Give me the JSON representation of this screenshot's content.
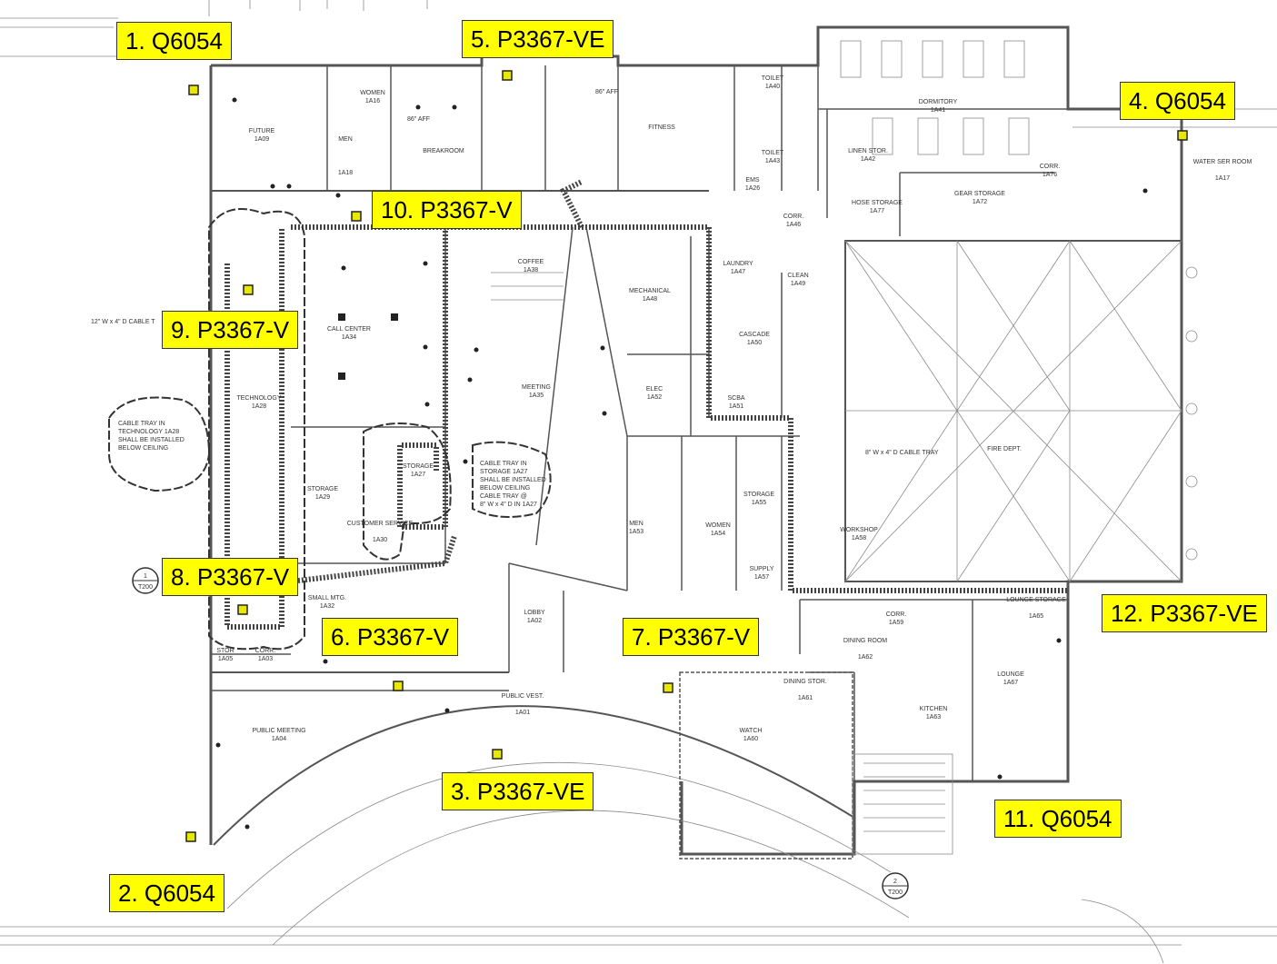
{
  "device_labels": [
    "1. Q6054",
    "2. Q6054",
    "3. P3367-VE",
    "4. Q6054",
    "5. P3367-VE",
    "6. P3367-V",
    "7. P3367-V",
    "8. P3367-V",
    "9. P3367-V",
    "10. P3367-V",
    "11. Q6054",
    "12. P3367-VE"
  ],
  "rooms": {
    "future": "FUTURE",
    "future_no": "1A09",
    "women": "WOMEN",
    "women_no": "1A16",
    "men": "MEN",
    "men_no": "1A18",
    "breakroom": "BREAKROOM",
    "fitness": "FITNESS",
    "toilet_1": "TOILET",
    "toilet_1_no": "1A40",
    "toilet_2": "TOILET",
    "toilet_2_no": "1A43",
    "dormitory": "DORMITORY",
    "dormitory_no": "1A41",
    "linen": "LINEN STOR.",
    "linen_no": "1A42",
    "ems": "EMS",
    "ems_no": "1A26",
    "hose": "HOSE STORAGE",
    "hose_no": "1A77",
    "gear": "GEAR STORAGE",
    "gear_no": "1A72",
    "corr_1": "CORR.",
    "corr_1_no": "1A46",
    "corr_2": "CORR.",
    "corr_2_no": "1A76",
    "water": "WATER SER ROOM",
    "water_no": "1A17",
    "coffee": "COFFEE",
    "coffee_no": "1A38",
    "mechanical": "MECHANICAL",
    "mechanical_no": "1A48",
    "laundry": "LAUNDRY",
    "laundry_no": "1A47",
    "clean": "CLEAN",
    "clean_no": "1A49",
    "cascade": "CASCADE",
    "cascade_no": "1A50",
    "scba": "SCBA",
    "scba_no": "1A51",
    "call_center": "CALL CENTER",
    "call_center_no": "1A34",
    "technology": "TECHNOLOGY",
    "technology_no": "1A28",
    "storage_1": "STORAGE",
    "storage_1_no": "1A29",
    "storage_2": "STORAGE",
    "storage_2_no": "1A27",
    "customer": "CUSTOMER SERVICE",
    "customer_no": "1A30",
    "meeting": "MEETING",
    "meeting_no": "1A35",
    "elec": "ELEC",
    "elec_no": "1A52",
    "men_2": "MEN",
    "men_2_no": "1A53",
    "women_2": "WOMEN",
    "women_2_no": "1A54",
    "storage_3": "STORAGE",
    "storage_3_no": "1A55",
    "supply": "SUPPLY",
    "supply_no": "1A57",
    "workshop": "WORKSHOP",
    "workshop_no": "1A58",
    "fire_dept": "FIRE DEPT.",
    "small_mtg": "SMALL MTG.",
    "small_mtg_no": "1A32",
    "corr_3": "CORR.",
    "corr_3_no": "1A03",
    "lobby": "LOBBY",
    "lobby_no": "1A02",
    "public_vest": "PUBLIC VEST.",
    "public_vest_no": "1A01",
    "public_meeting": "PUBLIC MEETING",
    "public_meeting_no": "1A04",
    "corr_4": "CORR.",
    "corr_4_no": "1A59",
    "dining": "DINING ROOM",
    "dining_no": "1A62",
    "dining_stor": "DINING STOR.",
    "dining_stor_no": "1A61",
    "lounge_storage": "LOUNGE STORAGE",
    "lounge_storage_no": "1A65",
    "lounge": "LOUNGE",
    "lounge_no": "1A67",
    "kitchen": "KITCHEN",
    "kitchen_no": "1A63",
    "watch": "WATCH",
    "watch_no": "1A60",
    "stor": "STOR",
    "stor_no": "1A05"
  },
  "notes": {
    "tray_technology": [
      "CABLE TRAY IN",
      "TECHNOLOGY 1A28",
      "SHALL BE INSTALLED",
      "BELOW CEILING"
    ],
    "tray_storage": [
      "CABLE TRAY IN",
      "STORAGE 1A27",
      "SHALL BE INSTALLED",
      "BELOW CEILING",
      "CABLE TRAY @",
      "8\" W x 4\" D IN 1A27"
    ],
    "tray_left": "12\" W x 4\" D CABLE T",
    "tray_right": "8\" W x 4\" D CABLE TRAY",
    "aff_1": "86\" AFF",
    "aff_2": "86\" AFF"
  },
  "callouts": {
    "c1_num": "1",
    "c1_sheet": "T200",
    "c2_num": "2",
    "c2_sheet": "T200"
  },
  "colors": {
    "label_fill": "#ffff00",
    "wall": "#555555",
    "device": "#e8e800"
  }
}
